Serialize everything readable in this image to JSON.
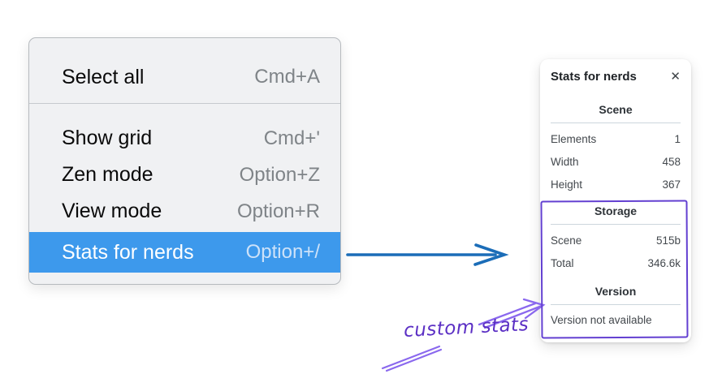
{
  "menu": {
    "items": [
      {
        "label": "Select all",
        "shortcut": "Cmd+A",
        "highlighted": false
      },
      {
        "label": "Show grid",
        "shortcut": "Cmd+'",
        "highlighted": false
      },
      {
        "label": "Zen mode",
        "shortcut": "Option+Z",
        "highlighted": false
      },
      {
        "label": "View mode",
        "shortcut": "Option+R",
        "highlighted": false
      },
      {
        "label": "Stats for nerds",
        "shortcut": "Option+/",
        "highlighted": true
      }
    ]
  },
  "panel": {
    "title": "Stats for nerds",
    "sections": [
      {
        "title": "Scene",
        "rows": [
          {
            "label": "Elements",
            "value": "1"
          },
          {
            "label": "Width",
            "value": "458"
          },
          {
            "label": "Height",
            "value": "367"
          }
        ]
      },
      {
        "title": "Storage",
        "rows": [
          {
            "label": "Scene",
            "value": "515b"
          },
          {
            "label": "Total",
            "value": "346.6k"
          }
        ]
      },
      {
        "title": "Version",
        "note": "Version not available"
      }
    ]
  },
  "annotation": {
    "label": "custom stats"
  },
  "icons": {
    "close": "✕"
  },
  "colors": {
    "menu_highlight": "#3d99ec",
    "flow_arrow": "#1b6db8",
    "annotation_box": "#6340d1",
    "annotation_arrow": "#8a68ee",
    "annotation_text": "#5b2fc4"
  }
}
